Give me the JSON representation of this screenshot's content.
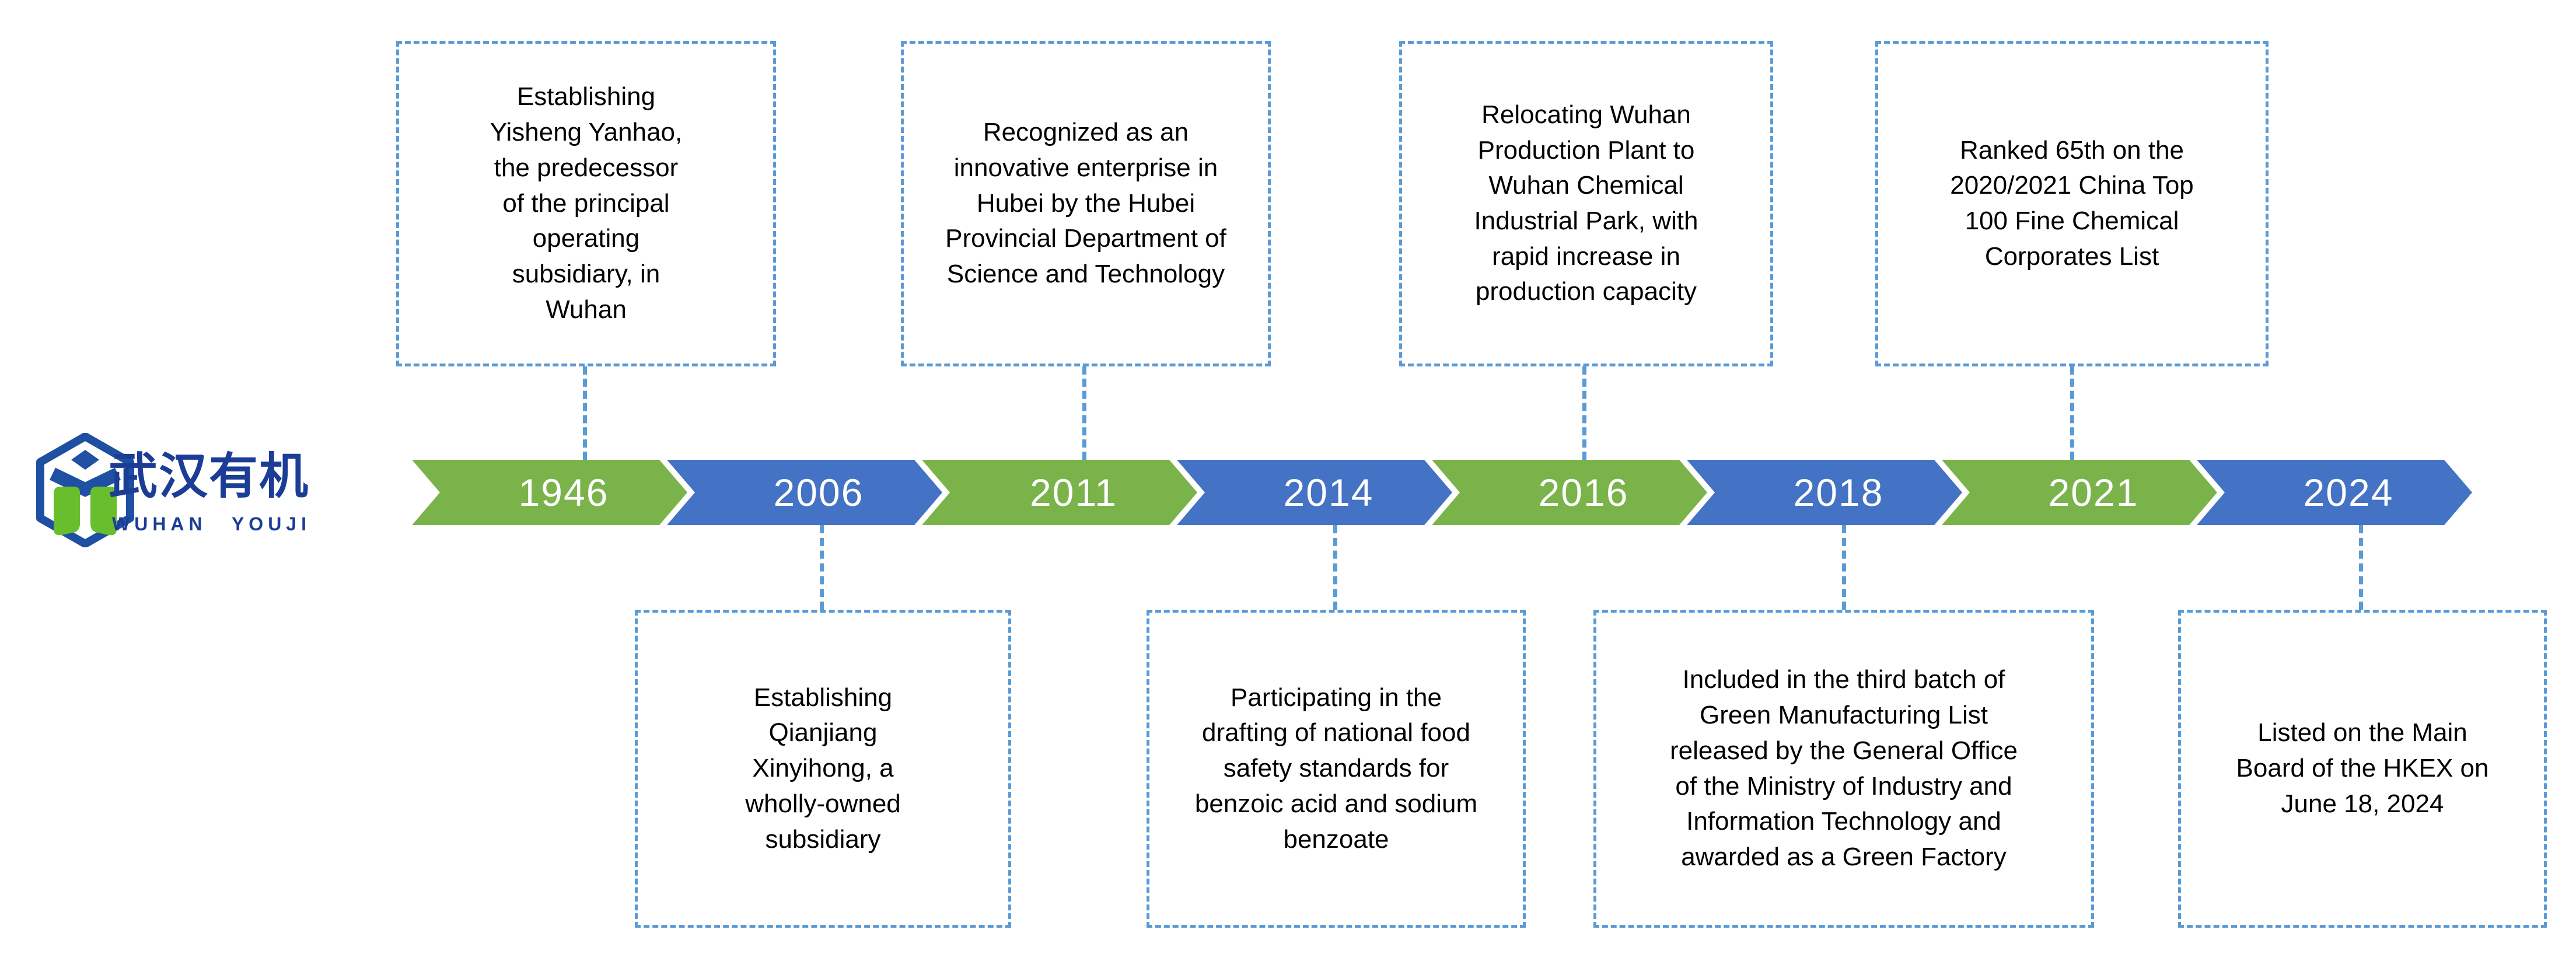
{
  "logo": {
    "company_name_cn": "武汉有机",
    "company_name_en": "WUHAN  YOUJI",
    "brand_navy": "#1C3D96",
    "mark_blue": "#1E4FA0",
    "mark_green": "#68BE2C"
  },
  "colors": {
    "timeline_green": "#7BB34B",
    "timeline_blue": "#4472C4",
    "dashed_connector_blue": "#5B9BD5",
    "year_text": "#FFFFFF",
    "event_text": "#000000",
    "background": "#FFFFFF"
  },
  "milestones": [
    {
      "year": "1946",
      "position": "above",
      "color": "green",
      "description": "Establishing Yisheng Yanhao, the predecessor of the principal operating subsidiary, in Wuhan"
    },
    {
      "year": "2006",
      "position": "below",
      "color": "blue",
      "description": "Establishing Qianjiang Xinyihong, a wholly-owned subsidiary"
    },
    {
      "year": "2011",
      "position": "above",
      "color": "green",
      "description": "Recognized as an innovative enterprise in Hubei by the Hubei Provincial Department of Science and Technology"
    },
    {
      "year": "2014",
      "position": "below",
      "color": "blue",
      "description": "Participating in the drafting of national food safety standards for benzoic acid and sodium benzoate"
    },
    {
      "year": "2016",
      "position": "above",
      "color": "green",
      "description": "Relocating Wuhan Production Plant to Wuhan Chemical Industrial Park, with rapid increase in production capacity"
    },
    {
      "year": "2018",
      "position": "below",
      "color": "blue",
      "description": "Included in the third batch of Green Manufacturing List released by the General Office of the Ministry of Industry and Information Technology and awarded as a Green Factory"
    },
    {
      "year": "2021",
      "position": "above",
      "color": "green",
      "description": "Ranked 65th on the 2020/2021 China Top 100 Fine Chemical Corporates List"
    },
    {
      "year": "2024",
      "position": "below",
      "color": "blue",
      "description": "Listed on the Main Board of the HKEX on June 18, 2024"
    }
  ]
}
